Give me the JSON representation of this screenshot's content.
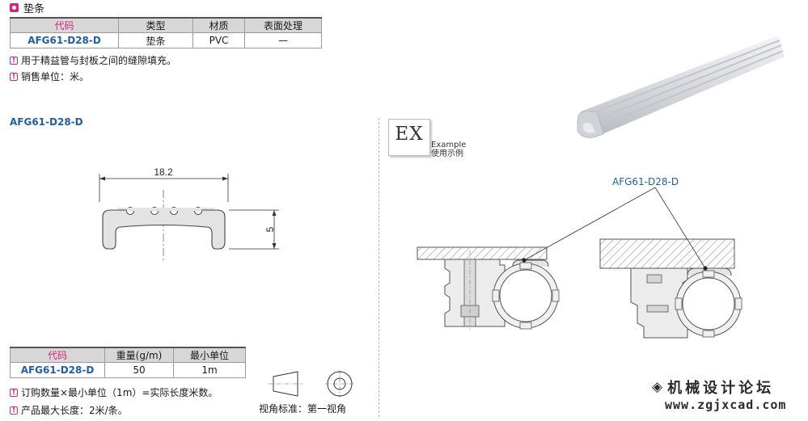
{
  "section": {
    "title": "垫条"
  },
  "spec_table": {
    "headers": [
      "代码",
      "类型",
      "材质",
      "表面处理"
    ],
    "row": [
      "AFG61-D28-D",
      "垫条",
      "PVC",
      "—"
    ]
  },
  "notes_top": [
    "用于精益管与封板之间的缝隙填充。",
    "销售单位：米。"
  ],
  "drawing": {
    "label": "AFG61-D28-D",
    "width_dim": "18.2",
    "height_dim": "5"
  },
  "example": {
    "badge": "EX",
    "en": "Example",
    "zh": "使用示例",
    "callout": "AFG61-D28-D"
  },
  "order_table": {
    "headers": [
      "代码",
      "重量(g/m)",
      "最小单位"
    ],
    "row": [
      "AFG61-D28-D",
      "50",
      "1m"
    ]
  },
  "notes_bottom": [
    "订购数量×最小单位（1m）=实际长度米数。",
    "产品最大长度：2米/条。"
  ],
  "projection": {
    "label": "视角标准：第一视角"
  },
  "watermark": {
    "line1": "机械设计论坛",
    "line2": "www.zgjxcad.com"
  },
  "colors": {
    "accent": "#d8237a",
    "code_blue": "#1f5fa8",
    "header_gray": "#d7d7d7"
  }
}
